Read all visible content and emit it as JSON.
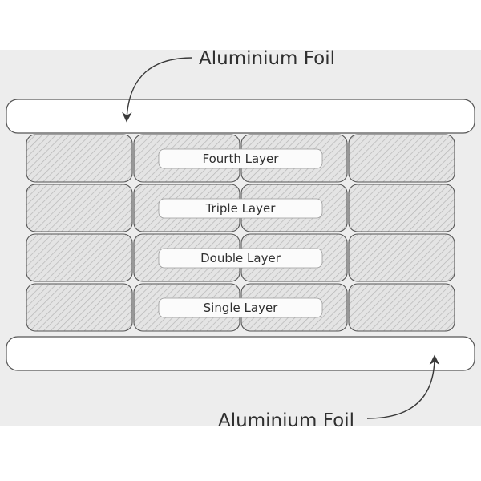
{
  "colors": {
    "background": "#ffffff",
    "band": "#ededed",
    "stroke": "#555555",
    "hatch": "#bdbdbd",
    "brick_fill": "#e4e4e4",
    "label_fill": "#fbfbfb",
    "text": "#2f2f2f"
  },
  "foil_top_label": "Aluminium Foil",
  "foil_bottom_label": "Aluminium Foil",
  "layers": [
    "Fourth Layer",
    "Triple Layer",
    "Double Layer",
    "Single Layer"
  ],
  "columns_per_layer": 4
}
